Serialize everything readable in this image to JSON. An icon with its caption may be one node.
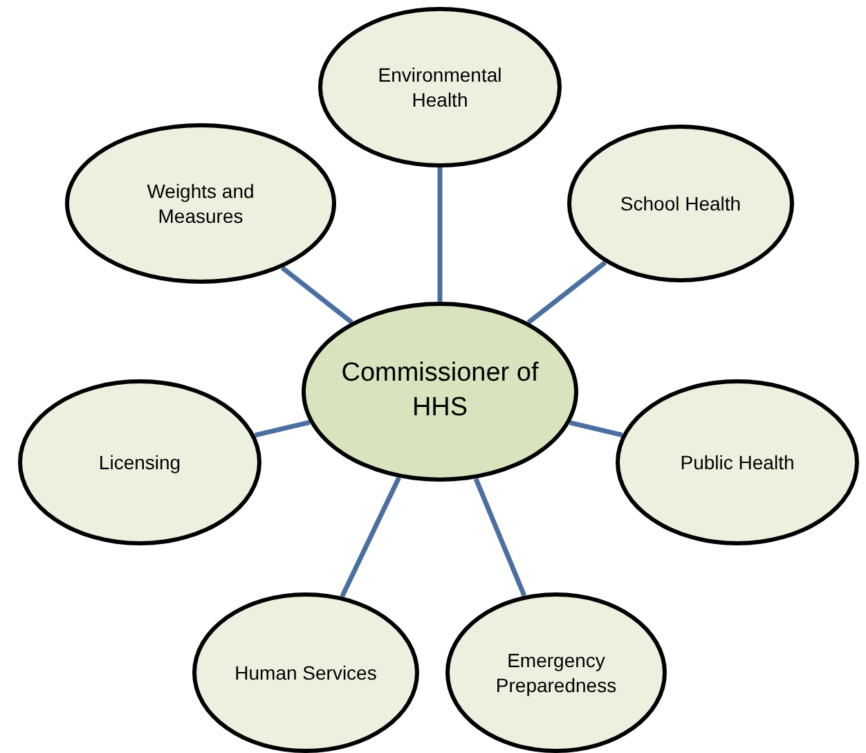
{
  "diagram": {
    "nodes": [
      {
        "text": [
          "Environmental Health"
        ]
      },
      {
        "text": [
          "Weights and Measures"
        ]
      },
      {
        "text": [
          "School Health"
        ]
      },
      {
        "text": [
          "Commissioner of HHS"
        ]
      },
      {
        "text": [
          "Licensing"
        ]
      },
      {
        "text": [
          "Public Health"
        ]
      },
      {
        "text": [
          "Human Services"
        ]
      },
      {
        "text": [
          "Emergency Preparedness"
        ]
      }
    ],
    "edges": [
      {
        "from": 3,
        "to": 0,
        "arrow": "none"
      },
      {
        "from": 3,
        "to": 1,
        "arrow": "none"
      },
      {
        "from": 3,
        "to": 2,
        "arrow": "none"
      },
      {
        "from": 3,
        "to": 4,
        "arrow": "none"
      },
      {
        "from": 3,
        "to": 5,
        "arrow": "none"
      },
      {
        "from": 3,
        "to": 6,
        "arrow": "none"
      },
      {
        "from": 3,
        "to": 7,
        "arrow": "none"
      }
    ]
  }
}
